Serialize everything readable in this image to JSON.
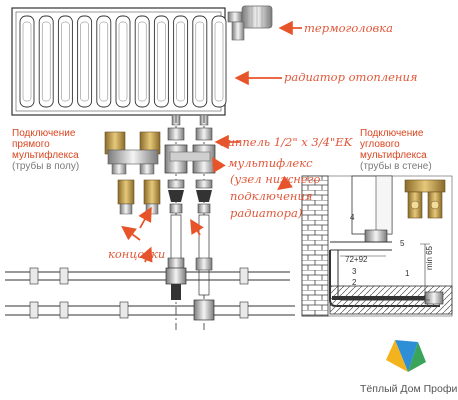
{
  "labels": {
    "thermal_head": "термоголовка",
    "radiator": "радиатор отопления",
    "nipple": "ниппель 1/2\" x 3/4\"EK",
    "multiflex_1": "мультифлекс",
    "multiflex_2": "(узел нижнего",
    "multiflex_3": "подключения",
    "multiflex_4": "радиатора)",
    "end_fittings": "концовки"
  },
  "straight_block": {
    "line1": "Подключение",
    "line2": "прямого",
    "line3": "мультифлекса",
    "note": "(трубы в полу)"
  },
  "angled_block": {
    "line1": "Подключение",
    "line2": "углового",
    "line3": "мультифлекса",
    "note": "(трубы в стене)"
  },
  "detail_numbers": {
    "n1": "1",
    "n2": "2",
    "n3": "3",
    "n4": "4",
    "n5": "5",
    "dim_width": "72+92",
    "dim_height": "min 65"
  },
  "brand": "Тёплый Дом Профи",
  "colors": {
    "label_red": "#e0573a",
    "arrow_red": "#e8542a",
    "line": "#333333",
    "brass": "#c9a24a",
    "chrome": "#d8d8d8"
  }
}
